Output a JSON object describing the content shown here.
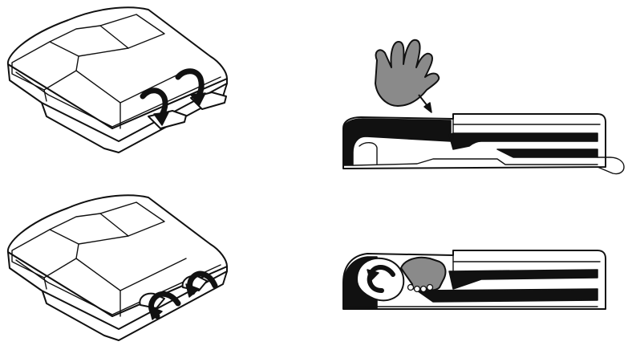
{
  "figure": {
    "panels": [
      {
        "id": "device-top-pull-tabs",
        "description_icon": "device-with-pull-tab-arrows-icon"
      },
      {
        "id": "device-side-press",
        "description_icon": "hand-press-icon"
      },
      {
        "id": "device-top-fold-tabs",
        "description_icon": "device-with-fold-tab-arrows-icon"
      },
      {
        "id": "device-side-roll",
        "description_icon": "hand-roll-icon"
      }
    ],
    "colors": {
      "line": "#111111",
      "hand_fill": "#8a8a8a",
      "background": "#ffffff"
    }
  }
}
